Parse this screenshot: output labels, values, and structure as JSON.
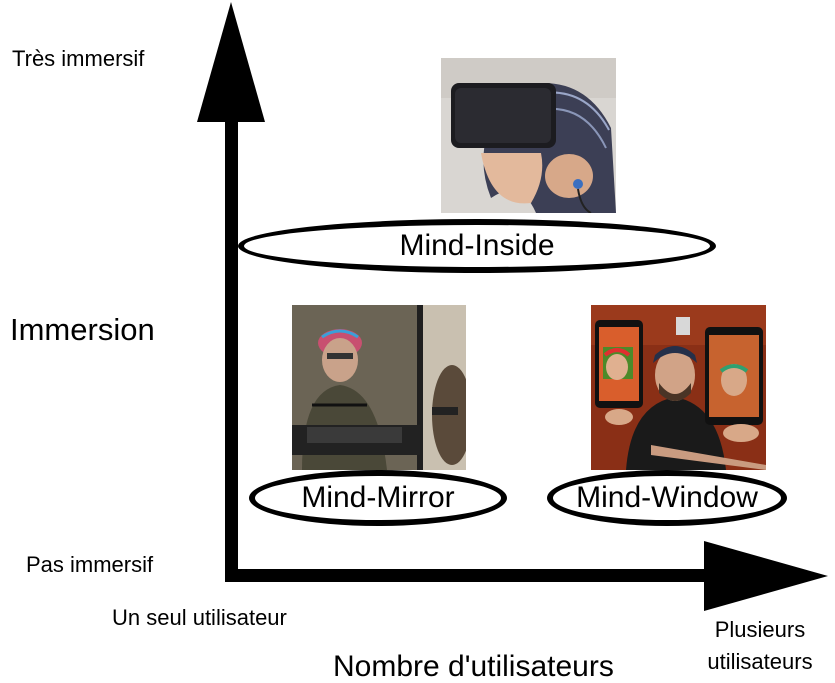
{
  "axes": {
    "y_title": "Immersion",
    "y_top_label": "Très immersif",
    "y_bottom_label": "Pas immersif",
    "x_title": "Nombre d'utilisateurs",
    "x_left_label": "Un seul utilisateur",
    "x_right_label": "Plusieurs utilisateurs"
  },
  "items": {
    "inside": {
      "label": "Mind-Inside",
      "photo": "person-wearing-vr-headset-photo"
    },
    "mirror": {
      "label": "Mind-Mirror",
      "photo": "person-facing-mirror-screen-photo"
    },
    "window": {
      "label": "Mind-Window",
      "photo": "person-holding-tablets-photo"
    }
  },
  "colors": {
    "axis": "#000000",
    "ellipse": "#000000",
    "background": "#ffffff"
  }
}
